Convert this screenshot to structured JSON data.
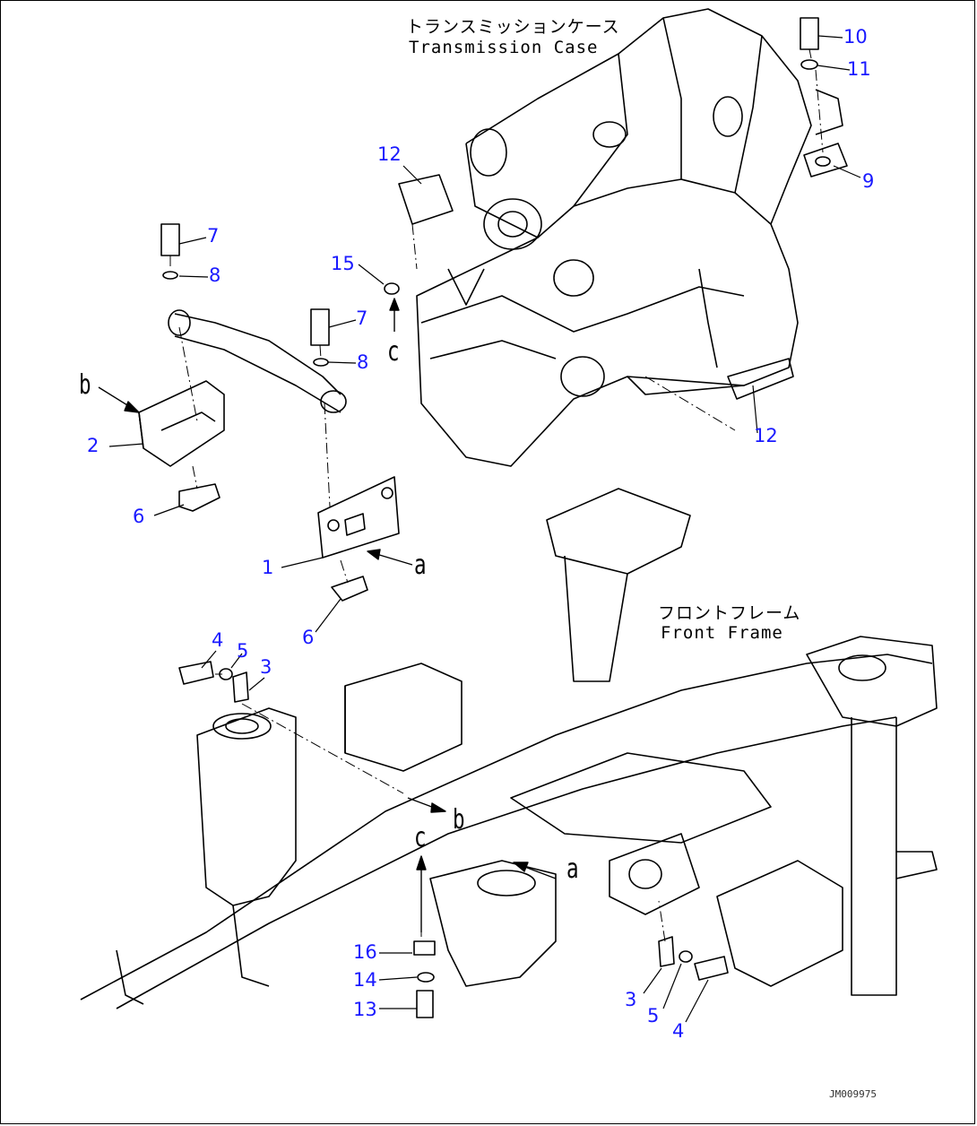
{
  "labels": {
    "transmission_jp": "トランスミッションケース",
    "transmission_en": "Transmission Case",
    "frame_jp": "フロントフレーム",
    "frame_en": "Front Frame",
    "drawing_code": "JM009975"
  },
  "part_numbers": [
    "1",
    "2",
    "3",
    "3",
    "4",
    "4",
    "5",
    "5",
    "6",
    "6",
    "7",
    "7",
    "8",
    "8",
    "9",
    "10",
    "11",
    "12",
    "12",
    "13",
    "14",
    "15",
    "16"
  ],
  "reference_letters": [
    "a",
    "a",
    "b",
    "b",
    "c",
    "c"
  ],
  "colors": {
    "callout": "#1a1aff",
    "line": "#000000"
  }
}
